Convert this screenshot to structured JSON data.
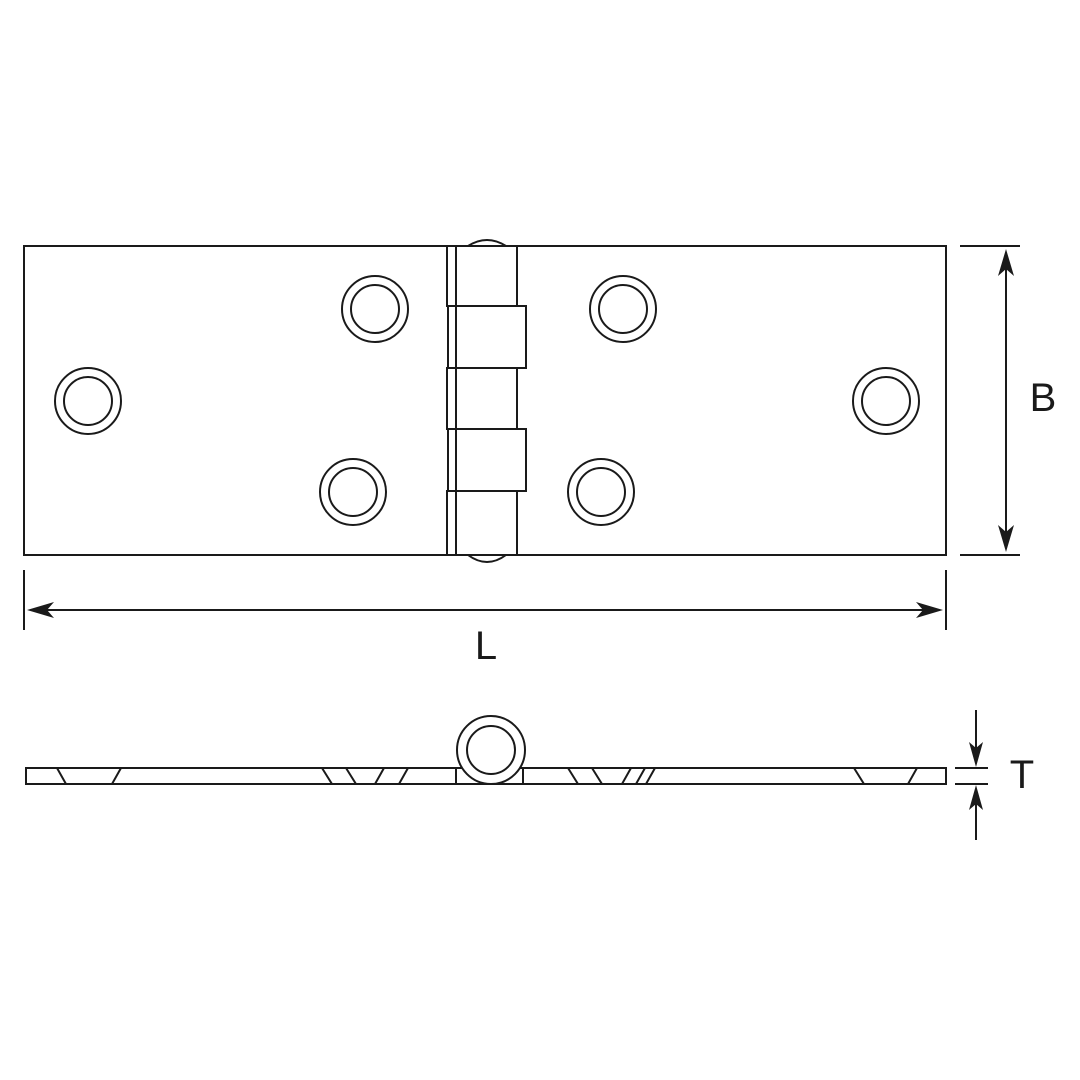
{
  "drawing": {
    "subject": "butt-hinge",
    "line_color": "#1a1a1a",
    "background": "#ffffff"
  },
  "dimensions": {
    "length_label": "L",
    "width_label": "B",
    "thickness_label": "T"
  }
}
